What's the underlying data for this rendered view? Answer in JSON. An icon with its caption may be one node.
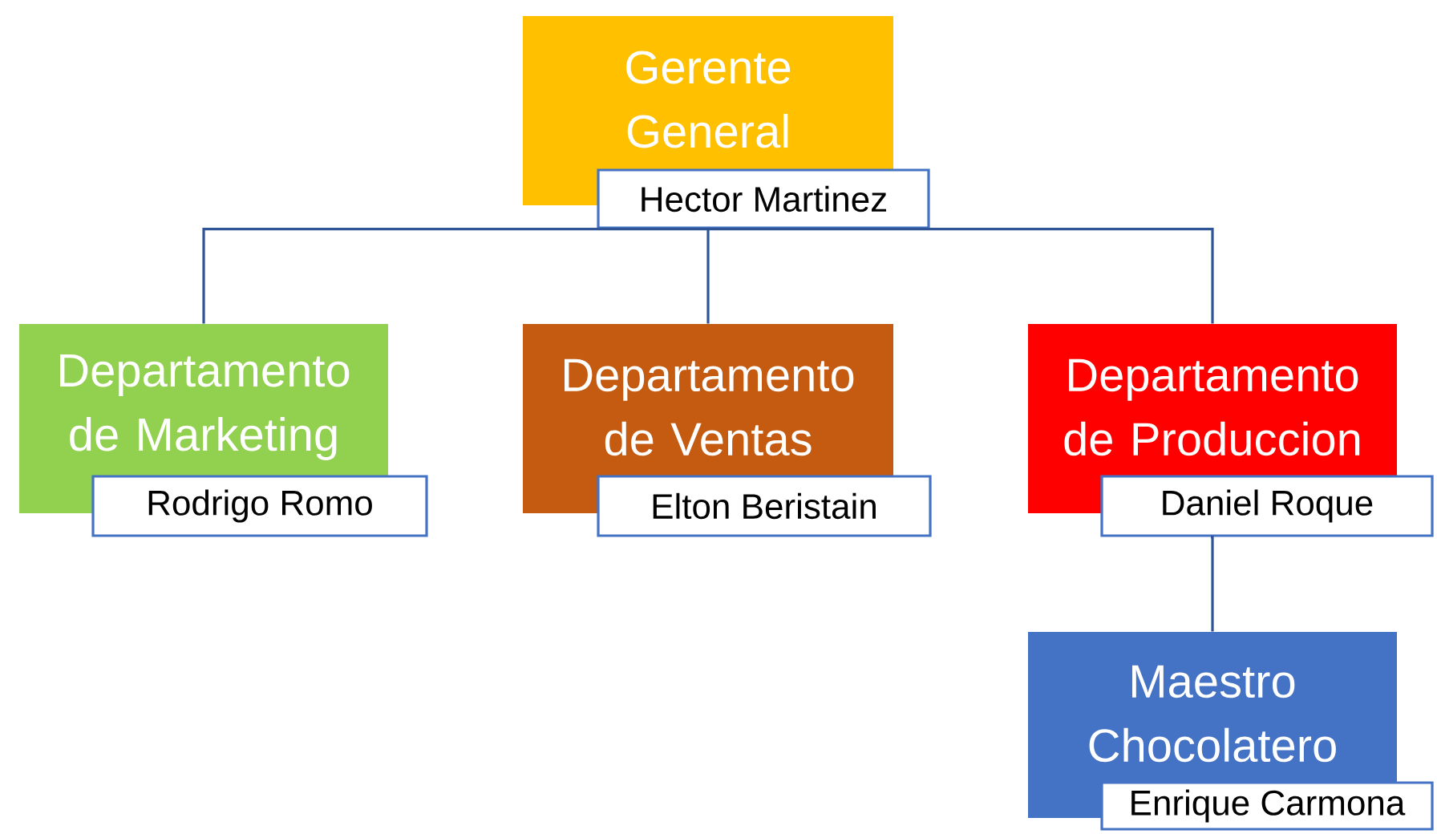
{
  "diagram": {
    "nodes": [
      {
        "text": [
          "Gerente General"
        ]
      },
      {
        "text": [
          "Hector Martinez"
        ]
      },
      {
        "text": [
          "Departamento de Marketing"
        ]
      },
      {
        "text": [
          "Rodrigo Romo"
        ]
      },
      {
        "text": [
          "Departamento de Ventas"
        ]
      },
      {
        "text": [
          "Elton Beristain"
        ]
      },
      {
        "text": [
          "Departamento de Produccion"
        ]
      },
      {
        "text": [
          "Daniel Roque"
        ]
      },
      {
        "text": [
          "Maestro Chocolatero"
        ]
      },
      {
        "text": [
          "Enrique Carmona"
        ]
      }
    ],
    "edges": [
      {
        "from": 1,
        "to": 2,
        "arrow": "none"
      },
      {
        "from": 1,
        "to": 4,
        "arrow": "none"
      },
      {
        "from": 1,
        "to": 6,
        "arrow": "none"
      },
      {
        "from": 7,
        "to": 8,
        "arrow": "none"
      }
    ]
  }
}
